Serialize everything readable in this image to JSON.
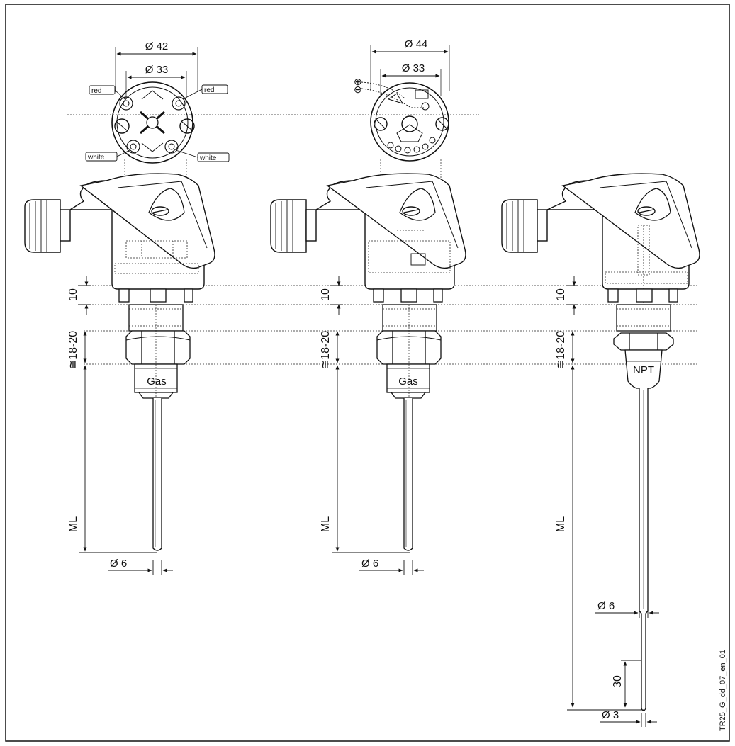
{
  "dimensions": {
    "head_a_outer": "Ø 42",
    "head_a_inner": "Ø 33",
    "head_b_outer": "Ø 44",
    "head_b_inner": "Ø 33",
    "height_a": "10",
    "height_b": "10",
    "height_c": "10",
    "thread_len_a": "≅18-20",
    "thread_len_b": "≅18-20",
    "thread_len_c": "≅18-20",
    "ml_a": "ML",
    "ml_b": "ML",
    "ml_c": "ML",
    "tube_a": "Ø 6",
    "tube_b": "Ø 6",
    "tube_c": "Ø 6",
    "tip_length": "30",
    "tip_diameter": "Ø 3"
  },
  "wire_labels": {
    "top_left": "red",
    "top_right": "red",
    "bottom_left": "white",
    "bottom_right": "white"
  },
  "terminal_symbols": {
    "plus": "⊕",
    "minus": "⊖"
  },
  "threads": {
    "a": "Gas",
    "b": "Gas",
    "c": "NPT"
  },
  "drawing_id": "TR25_G_dd_07_en_01"
}
